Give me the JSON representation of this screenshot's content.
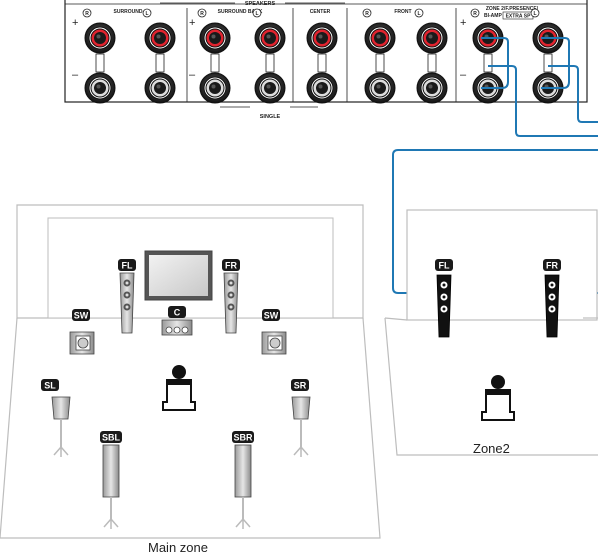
{
  "panel": {
    "speakers_label": "SPEAKERS",
    "surround_label": "SURROUND",
    "surround_back_label": "SURROUND BACK",
    "center_label": "CENTER",
    "front_label": "FRONT",
    "zone2_label": "ZONE 2/F.PRESENCE/",
    "biamp_label": "BI-AMP",
    "extra_sp_label": "EXTRA SP",
    "single_label": "SINGLE",
    "right_mark": "R",
    "left_mark": "L",
    "plus_mark": "+",
    "minus_mark": "–"
  },
  "main_zone": {
    "caption": "Main zone",
    "speakers": {
      "fl": "FL",
      "fr": "FR",
      "c": "C",
      "sw_left": "SW",
      "sw_right": "SW",
      "sl": "SL",
      "sr": "SR",
      "sbl": "SBL",
      "sbr": "SBR"
    }
  },
  "zone2": {
    "caption": "Zone2",
    "speakers": {
      "fl": "FL",
      "fr": "FR"
    }
  },
  "colors": {
    "cable": "#1f78b4",
    "terminal_ring": "#e0242f",
    "label_bg": "#1a1a1a",
    "room_line": "#bdbdbd",
    "room_floor": "#ffffff"
  }
}
